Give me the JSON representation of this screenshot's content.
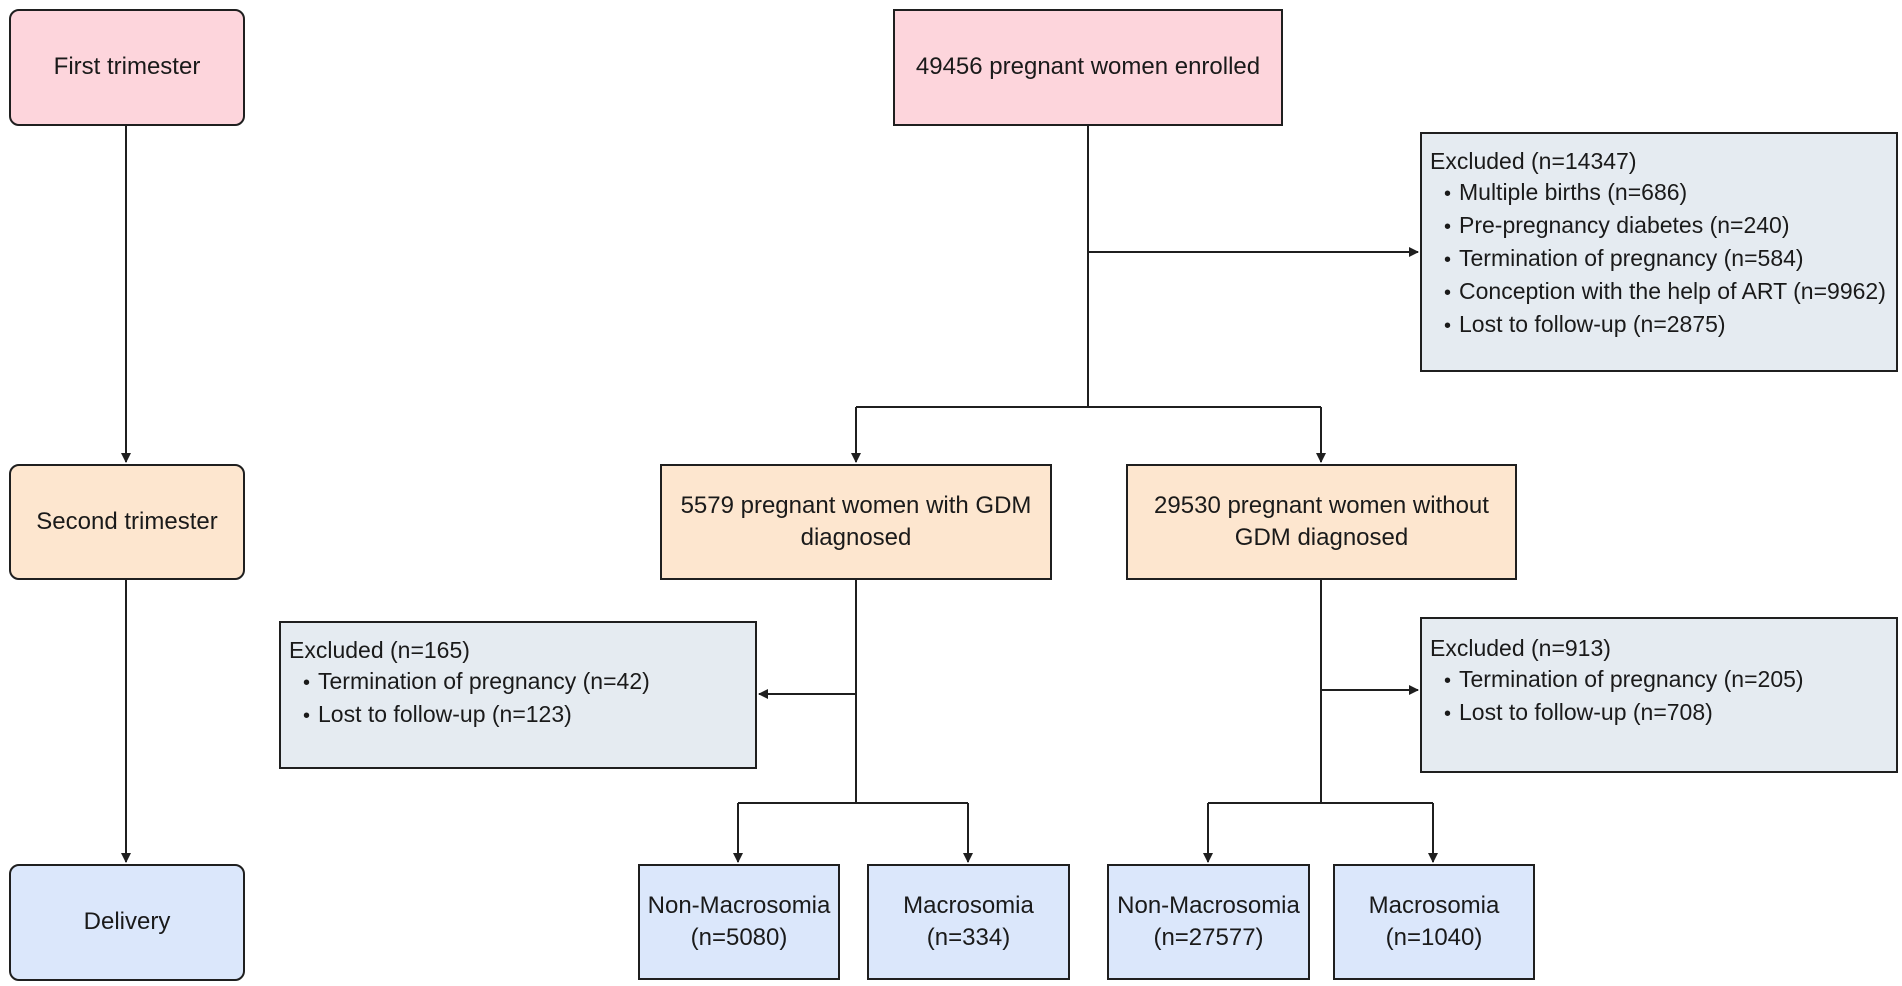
{
  "stages": {
    "first": "First trimester",
    "second": "Second trimester",
    "delivery": "Delivery"
  },
  "enrolled": "49456 pregnant women enrolled",
  "excluded_main": {
    "title": "Excluded (n=14347)",
    "items": [
      "Multiple births (n=686)",
      "Pre-pregnancy diabetes (n=240)",
      "Termination of pregnancy (n=584)",
      "Conception with the help of ART (n=9962)",
      "Lost to follow-up (n=2875)"
    ]
  },
  "gdm": {
    "line1": "5579 pregnant women with GDM",
    "line2": "diagnosed"
  },
  "no_gdm": {
    "line1": "29530 pregnant women without",
    "line2": "GDM diagnosed"
  },
  "excluded_gdm": {
    "title": "Excluded (n=165)",
    "items": [
      "Termination of pregnancy (n=42)",
      "Lost to follow-up (n=123)"
    ]
  },
  "excluded_no_gdm": {
    "title": "Excluded (n=913)",
    "items": [
      "Termination of pregnancy (n=205)",
      "Lost to follow-up (n=708)"
    ]
  },
  "outcomes": {
    "gdm_non_macro": {
      "label": "Non-Macrosomia",
      "n": "(n=5080)"
    },
    "gdm_macro": {
      "label": "Macrosomia",
      "n": "(n=334)"
    },
    "nogdm_non_macro": {
      "label": "Non-Macrosomia",
      "n": "(n=27577)"
    },
    "nogdm_macro": {
      "label": "Macrosomia",
      "n": "(n=1040)"
    }
  },
  "colors": {
    "first_trimester": "#fdd5dc",
    "second_trimester": "#fde6cf",
    "delivery": "#dbe7fb",
    "excluded": "#e5ebf1",
    "line": "#1f1f1f"
  }
}
